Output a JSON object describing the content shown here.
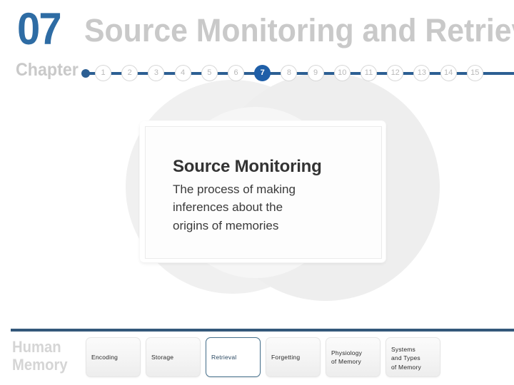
{
  "header": {
    "chapter_number": "07",
    "chapter_label": "Chapter",
    "title": "Source Monitoring and Retrieval",
    "number_color": "#2e6ca4",
    "title_color": "#c9c9c9"
  },
  "timeline": {
    "active_step": "7",
    "line_color": "#2c5f93",
    "active_color": "#1f5fa8",
    "inactive_color": "#b9b9b9",
    "steps": [
      {
        "label": "1",
        "active": false
      },
      {
        "label": "2",
        "active": false
      },
      {
        "label": "3",
        "active": false
      },
      {
        "label": "4",
        "active": false
      },
      {
        "label": "5",
        "active": false
      },
      {
        "label": "6",
        "active": false
      },
      {
        "label": "7",
        "active": true
      },
      {
        "label": "8",
        "active": false
      },
      {
        "label": "9",
        "active": false
      },
      {
        "label": "10",
        "active": false
      },
      {
        "label": "11",
        "active": false
      },
      {
        "label": "12",
        "active": false
      },
      {
        "label": "13",
        "active": false
      },
      {
        "label": "14",
        "active": false
      },
      {
        "label": "15",
        "active": false
      }
    ]
  },
  "card": {
    "title": "Source Monitoring",
    "description": "The process of making\ninferences about the\norigins of memories"
  },
  "footer": {
    "brand": "Human\nMemory",
    "rule_color": "#34587a",
    "tabs": [
      {
        "label": "Encoding",
        "active": false,
        "top_align": false
      },
      {
        "label": "Storage",
        "active": false,
        "top_align": false
      },
      {
        "label": "Retrieval",
        "active": true,
        "top_align": false
      },
      {
        "label": "Forgetting",
        "active": false,
        "top_align": false
      },
      {
        "label": "Physiology\nof Memory",
        "active": false,
        "top_align": false
      },
      {
        "label": "Systems\nand Types\nof Memory",
        "active": false,
        "top_align": true
      }
    ],
    "active_tab_color": "#45708c"
  }
}
